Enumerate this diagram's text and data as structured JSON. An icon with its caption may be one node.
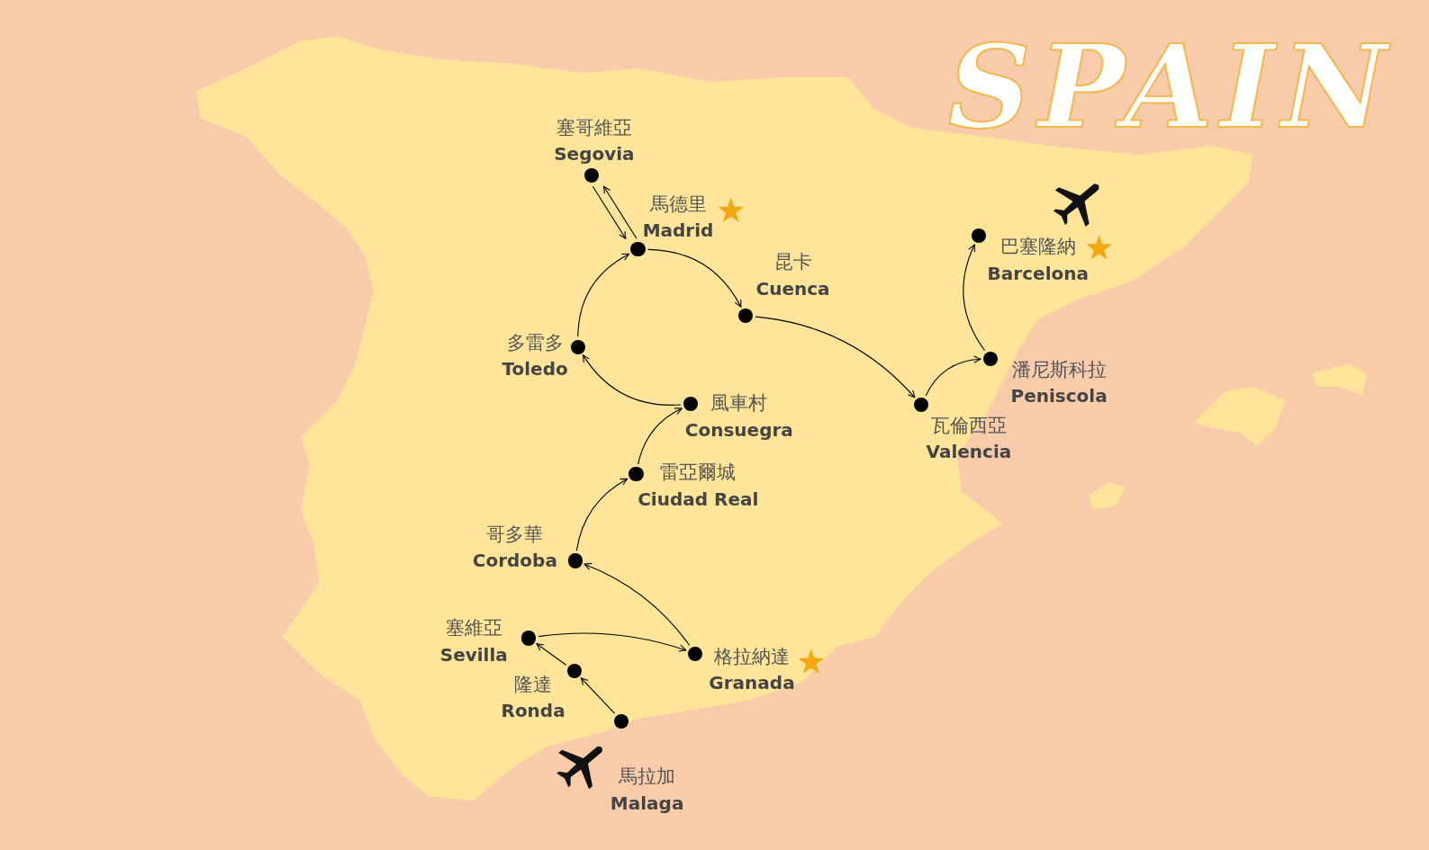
{
  "diagram": {
    "title": "SPAIN",
    "nodes": [
      {
        "text": [],
        "shape": "circle",
        "beside": [
          "塞哥維亞",
          "Segovia"
        ]
      },
      {
        "text": [],
        "shape": "circle",
        "beside": [
          "馬德里",
          "Madrid"
        ]
      },
      {
        "text": [],
        "shape": "circle",
        "beside": [
          "巴塞隆納",
          "Barcelona"
        ]
      },
      {
        "text": [],
        "shape": "circle",
        "beside": [
          "昆卡",
          "Cuenca"
        ]
      },
      {
        "text": [],
        "shape": "circle",
        "beside": [
          "多雷多",
          "Toledo"
        ]
      },
      {
        "text": [],
        "shape": "circle",
        "beside": [
          "潘尼斯科拉",
          "Peniscola"
        ]
      },
      {
        "text": [],
        "shape": "circle",
        "beside": [
          "風車村",
          "Consuegra"
        ]
      },
      {
        "text": [],
        "shape": "circle",
        "beside": [
          "瓦倫西亞",
          "Valencia"
        ]
      },
      {
        "text": [],
        "shape": "circle",
        "beside": [
          "雷亞爾城",
          "Ciudad Real"
        ]
      },
      {
        "text": [],
        "shape": "circle",
        "beside": [
          "哥多華",
          "Cordoba"
        ]
      },
      {
        "text": [],
        "shape": "circle",
        "beside": [
          "塞維亞",
          "Sevilla"
        ]
      },
      {
        "text": [],
        "shape": "circle",
        "beside": [
          "格拉納達",
          "Granada"
        ]
      },
      {
        "text": [],
        "shape": "circle",
        "beside": [
          "隆達",
          "Ronda"
        ]
      },
      {
        "text": [],
        "shape": "circle",
        "beside": [
          "馬拉加",
          "Malaga"
        ]
      }
    ],
    "edges": [
      {
        "from": 13,
        "to": 12,
        "arrow": "to"
      },
      {
        "from": 12,
        "to": 10,
        "arrow": "to"
      },
      {
        "from": 10,
        "to": 11,
        "arrow": "to"
      },
      {
        "from": 11,
        "to": 9,
        "arrow": "to"
      },
      {
        "from": 9,
        "to": 8,
        "arrow": "to"
      },
      {
        "from": 8,
        "to": 6,
        "arrow": "to"
      },
      {
        "from": 6,
        "to": 4,
        "arrow": "to"
      },
      {
        "from": 4,
        "to": 1,
        "arrow": "to"
      },
      {
        "from": 1,
        "to": 0,
        "arrow": "to"
      },
      {
        "from": 0,
        "to": 1,
        "arrow": "to"
      },
      {
        "from": 1,
        "to": 3,
        "arrow": "to"
      },
      {
        "from": 3,
        "to": 7,
        "arrow": "to"
      },
      {
        "from": 7,
        "to": 5,
        "arrow": "to"
      },
      {
        "from": 5,
        "to": 2,
        "arrow": "to"
      }
    ]
  }
}
